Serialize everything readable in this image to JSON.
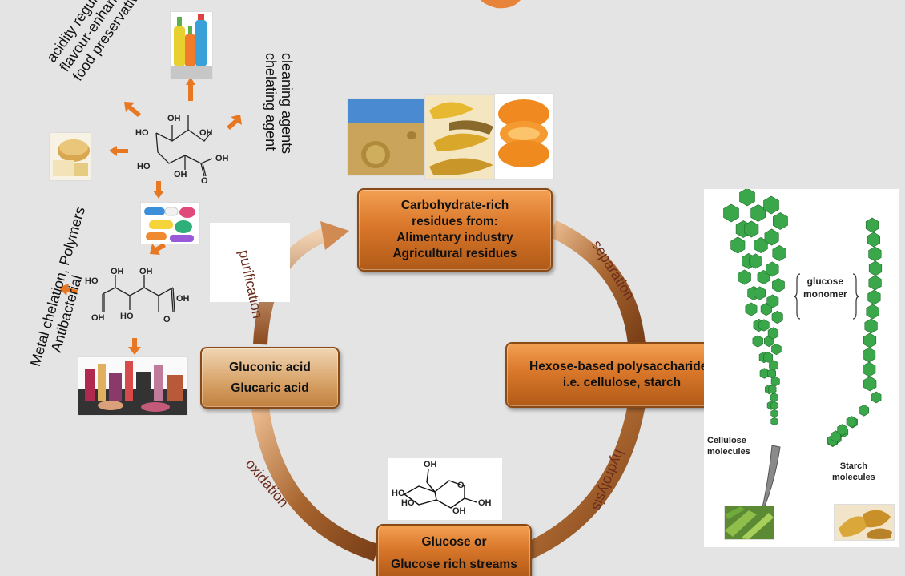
{
  "boxes": {
    "carbohydrate_line1": "Carbohydrate-rich",
    "carbohydrate_line2": "residues from:",
    "carbohydrate_line3": "Alimentary industry",
    "carbohydrate_line4": "Agricultural residues",
    "hexose_line1": "Hexose-based polysaccharides",
    "hexose_line2": "i.e. cellulose, starch",
    "glucose_line1": "Glucose or",
    "glucose_line2": "Glucose rich streams",
    "acid_line1": "Gluconic acid",
    "acid_line2": "Glucaric acid"
  },
  "arc_labels": {
    "separation": "separation",
    "hydrolysis": "hydrolysis",
    "oxidation": "oxidation",
    "purification": "purification"
  },
  "applications": {
    "food_line1": "acidity regulator",
    "food_line2": "flavour-enhancing",
    "food_line3": "food preservative",
    "cleaning_line1": "cleaning agents",
    "cleaning_line2": "chelating agent",
    "metal_line1": "Metal chelation, Polymers",
    "metal_line2": "Antibacterial"
  },
  "chem_labels": {
    "OH": "OH",
    "HO": "HO",
    "O": "O"
  },
  "molecule_panel": {
    "glucose_monomer_line1": "glucose",
    "glucose_monomer_line2": "monomer",
    "cellulose_line1": "Cellulose",
    "cellulose_line2": "molecules",
    "starch_line1": "Starch",
    "starch_line2": "molecules"
  },
  "colors": {
    "box_orange": "#d9772a",
    "arrow_orange": "#e87722",
    "arc_brown": "#9a5a2a",
    "hexagon_green": "#3aa84a"
  },
  "icons": [
    "cleaning-products-photo",
    "cheese-photo",
    "pills-photo",
    "cosmetics-photo",
    "hay-field-photo",
    "banana-peel-photo",
    "orange-peel-photo",
    "leaves-photo",
    "starch-peel-photo"
  ]
}
